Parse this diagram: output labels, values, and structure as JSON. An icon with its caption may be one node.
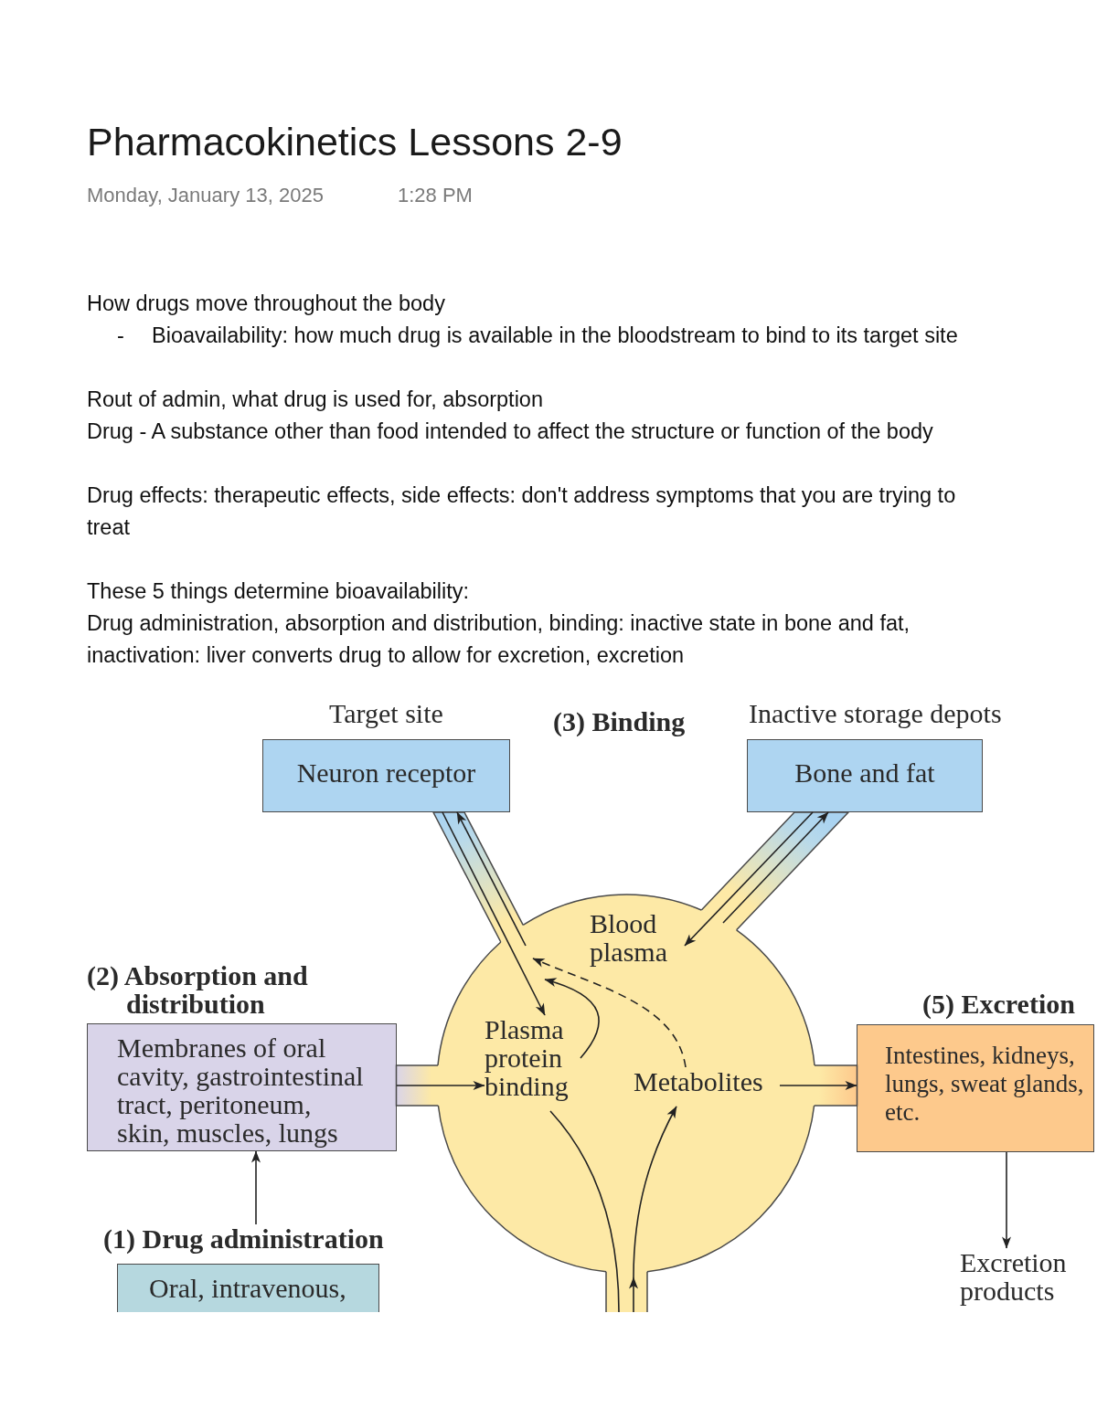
{
  "diagram": {
    "title": "Pharmacokinetics Lessons 2-9",
    "nodes": [
      {
        "text": [
          "Target site",
          "Neuron receptor"
        ]
      },
      {
        "text": [
          "Inactive storage depots",
          "Bone and fat"
        ]
      },
      {
        "text": [
          "Blood plasma"
        ]
      },
      {
        "text": [
          "(2) Absorption and distribution",
          "Membranes of oral cavity, gastrointestinal tract, peritoneum, skin, muscles, lungs"
        ]
      },
      {
        "text": [
          "Plasma protein binding"
        ],
        "in": 2
      },
      {
        "text": [
          "Metabolites"
        ],
        "in": 2
      },
      {
        "text": [
          "(5) Excretion",
          "Intestines, kidneys, lungs, sweat glands, etc."
        ]
      },
      {
        "text": [
          "(1) Drug administration",
          "Oral, intravenous,"
        ]
      },
      {
        "text": [
          "Excretion products"
        ]
      }
    ],
    "edges": [
      {
        "from": 0,
        "to": 4,
        "arrow": "to"
      },
      {
        "from": 2,
        "to": 0,
        "arrow": "to"
      },
      {
        "from": 1,
        "to": 2,
        "arrow": "to"
      },
      {
        "from": 2,
        "to": 1,
        "arrow": "to"
      },
      {
        "from": 4,
        "to": null,
        "arrow": "to"
      },
      {
        "from": 5,
        "to": null,
        "arrow": "to",
        "style": "dashed"
      },
      {
        "from": 3,
        "to": 4,
        "arrow": "to"
      },
      {
        "from": 4,
        "to": null,
        "arrow": "none"
      },
      {
        "from": null,
        "to": 5,
        "arrow": "to"
      },
      {
        "from": 5,
        "to": 6,
        "arrow": "to"
      },
      {
        "from": 6,
        "to": 8,
        "arrow": "to"
      },
      {
        "from": 7,
        "to": 3,
        "arrow": "to"
      }
    ],
    "labels": [
      "Monday, January 13, 2025",
      "1:28 PM",
      "How drugs move throughout the body",
      "-",
      "Bioavailability: how much drug is available in the bloodstream to bind to its target site",
      "Rout of admin, what drug is used for, absorption",
      "Drug - A substance other than food intended to affect the structure or function of the body",
      "Drug effects: therapeutic effects, side effects: don't address symptoms that you are trying to treat",
      "These 5 things determine bioavailability:",
      "Drug administration, absorption and distribution, binding: inactive state in bone and fat, inactivation: liver converts drug to allow for excretion, excretion",
      "(3) Binding"
    ]
  }
}
